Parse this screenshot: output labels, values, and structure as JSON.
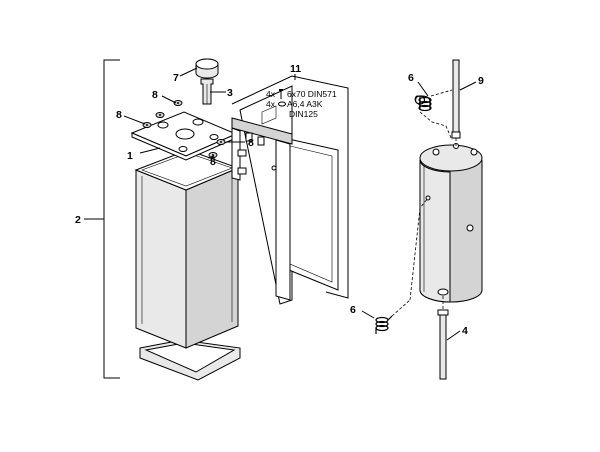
{
  "callouts": {
    "c1": "1",
    "c2": "2",
    "c3": "3",
    "c4": "4",
    "c6a": "6",
    "c6b": "6",
    "c7": "7",
    "c8a": "8",
    "c8b": "8",
    "c8c": "8",
    "c8d": "8",
    "c9": "9",
    "c11": "11"
  },
  "spec": {
    "line1": "4x",
    "line1b": "6x70 DIN571",
    "line2": "4x",
    "line2b": "A6,4 A3K",
    "line3": "DIN125"
  }
}
